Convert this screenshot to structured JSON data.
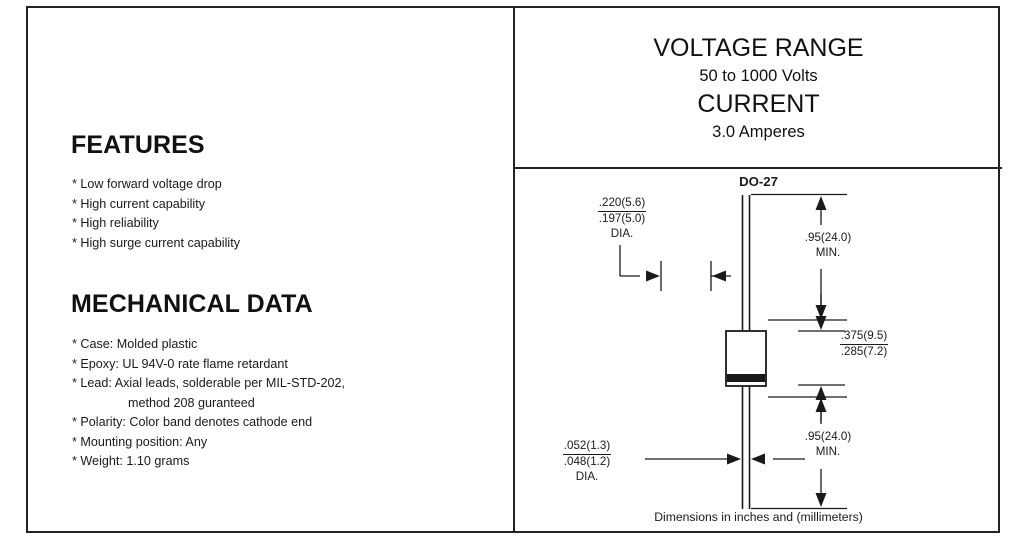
{
  "document": {
    "type": "diode-datasheet-page",
    "colors": {
      "ink": "#1a1a1a",
      "border": "#222222",
      "background": "#ffffff"
    }
  },
  "left_pane": {
    "features": {
      "title": "FEATURES",
      "items": [
        {
          "text": "* Low forward voltage drop",
          "indent": false
        },
        {
          "text": "* High current capability",
          "indent": false
        },
        {
          "text": "* High reliability",
          "indent": false
        },
        {
          "text": "* High surge current capability",
          "indent": false
        }
      ]
    },
    "mechanical_data": {
      "title": "MECHANICAL DATA",
      "items": [
        {
          "text": "* Case: Molded plastic",
          "indent": false
        },
        {
          "text": "* Epoxy: UL 94V-0 rate flame retardant",
          "indent": false
        },
        {
          "text": "* Lead: Axial leads, solderable per MIL-STD-202,",
          "indent": false
        },
        {
          "text": "method 208 guranteed",
          "indent": true
        },
        {
          "text": "* Polarity: Color band denotes cathode end",
          "indent": false
        },
        {
          "text": "* Mounting position: Any",
          "indent": false
        },
        {
          "text": "* Weight: 1.10 grams",
          "indent": false
        }
      ]
    }
  },
  "right_pane": {
    "ratings": {
      "voltage_heading": "VOLTAGE RANGE",
      "voltage_value": "50 to 1000 Volts",
      "current_heading": "CURRENT",
      "current_value": "3.0 Amperes"
    },
    "package": {
      "label": "DO-27",
      "caption": "Dimensions in inches and (millimeters)",
      "dimensions": {
        "body_diameter": {
          "numerator": ".220(5.6)",
          "denominator": ".197(5.0)",
          "suffix": "DIA."
        },
        "body_length": {
          "numerator": ".375(9.5)",
          "denominator": ".285(7.2)",
          "suffix": ""
        },
        "lead_diameter": {
          "numerator": ".052(1.3)",
          "denominator": ".048(1.2)",
          "suffix": "DIA."
        },
        "lead_length_top": {
          "value": ".95(24.0)",
          "qualifier": "MIN."
        },
        "lead_length_bottom": {
          "value": ".95(24.0)",
          "qualifier": "MIN."
        }
      }
    }
  }
}
